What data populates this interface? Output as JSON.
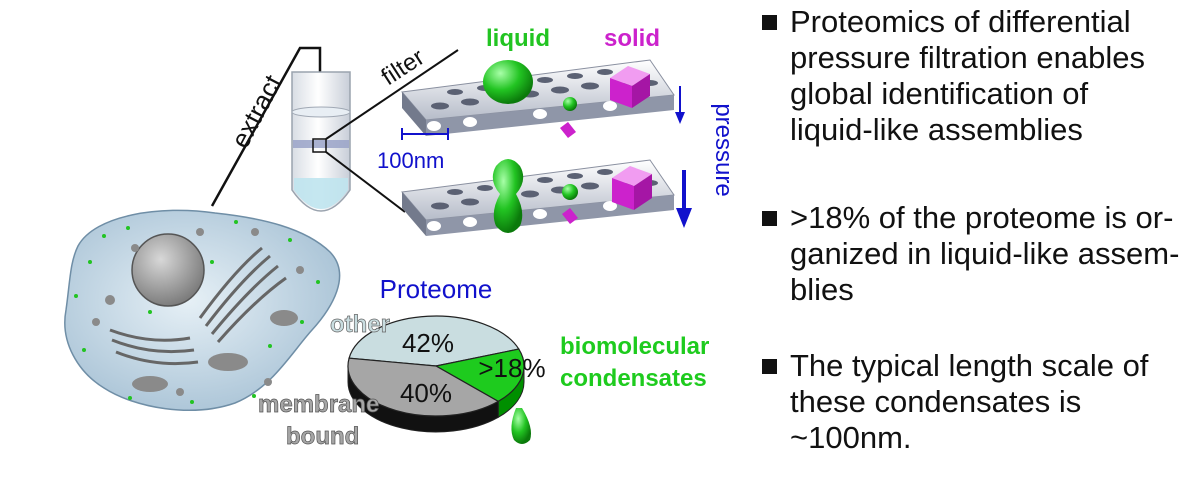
{
  "diagram": {
    "labels": {
      "extract": "extract",
      "filter": "filter",
      "liquid": "liquid",
      "solid": "solid",
      "pressure": "pressure",
      "scale_bar": "100nm"
    },
    "pie": {
      "title": "Proteome",
      "slices": [
        {
          "name": "other",
          "pct_label": "42%",
          "value": 42,
          "color": "#c9dde0"
        },
        {
          "name_lines": [
            "membrane",
            "bound"
          ],
          "pct_label": "40%",
          "value": 40,
          "color": "#a6a6a6"
        },
        {
          "name_lines": [
            "biomolecular",
            "condensates"
          ],
          "pct_label": ">18%",
          "value": 18,
          "color": "#1ecb1e"
        }
      ]
    },
    "colors": {
      "liquid": "#22c422",
      "solid": "#cc22cc",
      "pressure": "#1111cc",
      "membrane": "#8f96a8"
    }
  },
  "bullets": [
    {
      "text": "Proteomics of differential\npressure filtration enables\nglobal identification of\nliquid-like assemblies"
    },
    {
      "text": ">18% of the proteome is or-\nganized in liquid-like assem-\nblies"
    },
    {
      "text": "The typical length scale of\nthese condensates is\n~100nm."
    }
  ]
}
